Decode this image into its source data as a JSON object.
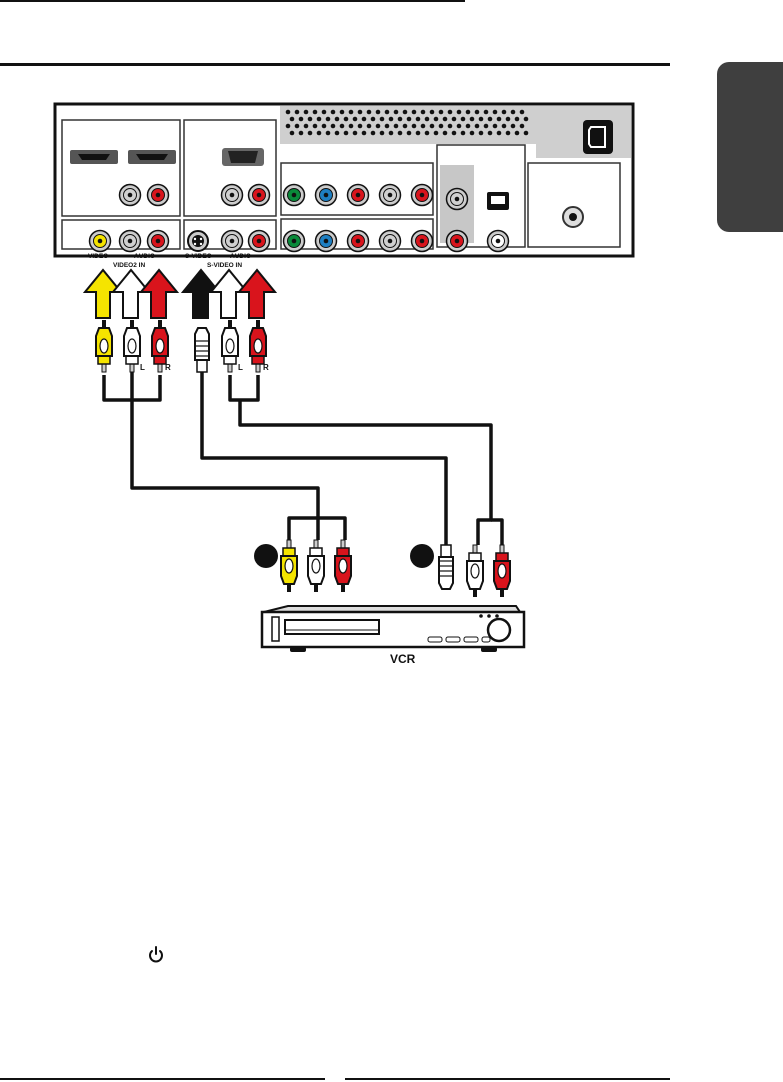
{
  "panel": {
    "top_labels": {
      "video": "VIDEO",
      "audio_left": "AUDIO",
      "video2_in": "VIDEO2 IN",
      "svideo": "S-VIDEO",
      "audio_right": "AUDIO",
      "svideo_in": "S-VIDEO IN"
    }
  },
  "plug_labels": {
    "left_L": "L",
    "left_R": "R",
    "right_L": "L",
    "right_R": "R"
  },
  "device": {
    "name": "VCR"
  },
  "colors": {
    "yellow": "#f5e400",
    "red": "#d9141c",
    "white": "#ffffff",
    "black": "#111111",
    "green": "#0a8a3a",
    "blue": "#1e7fc2",
    "panel_gray": "#c9c9c9"
  },
  "icons": [
    "power-icon",
    "power-socket-icon",
    "hdmi-port-icon",
    "vga-port-icon",
    "ethernet-port-icon",
    "svideo-port-icon"
  ]
}
